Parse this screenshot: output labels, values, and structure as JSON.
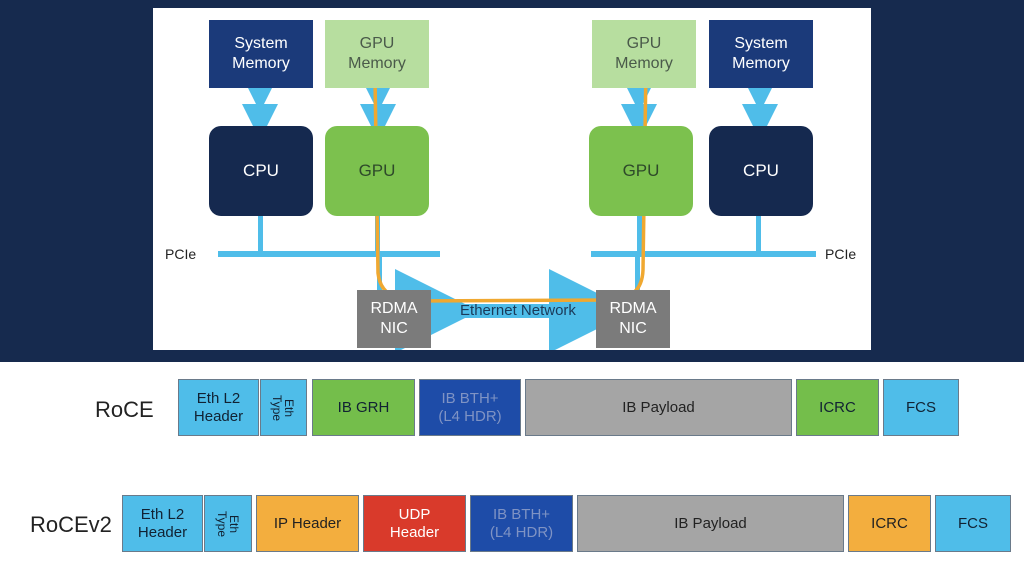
{
  "diagram": {
    "left_node": {
      "system_memory": "System\nMemory",
      "gpu_memory": "GPU\nMemory",
      "cpu": "CPU",
      "gpu": "GPU",
      "nic": "RDMA\nNIC",
      "bus": "PCIe"
    },
    "right_node": {
      "system_memory": "System\nMemory",
      "gpu_memory": "GPU\nMemory",
      "cpu": "CPU",
      "gpu": "GPU",
      "nic": "RDMA\nNIC",
      "bus": "PCIe"
    },
    "network_label": "Ethernet Network",
    "colors": {
      "system_memory": "#1b3a7a",
      "gpu_memory": "#b7de9f",
      "cpu": "#15294f",
      "gpu": "#7cc14e",
      "nic": "#7b7b7b",
      "bus": "#4fbde9",
      "data_path": "#f0a830"
    }
  },
  "frames": {
    "roce": {
      "label": "RoCE",
      "fields": [
        "Eth L2\nHeader",
        "Eth\nType",
        "IB GRH",
        "IB BTH+\n(L4 HDR)",
        "IB Payload",
        "ICRC",
        "FCS"
      ]
    },
    "rocev2": {
      "label": "RoCEv2",
      "fields": [
        "Eth L2\nHeader",
        "Eth\nType",
        "IP Header",
        "UDP\nHeader",
        "IB BTH+\n(L4 HDR)",
        "IB Payload",
        "ICRC",
        "FCS"
      ]
    }
  }
}
